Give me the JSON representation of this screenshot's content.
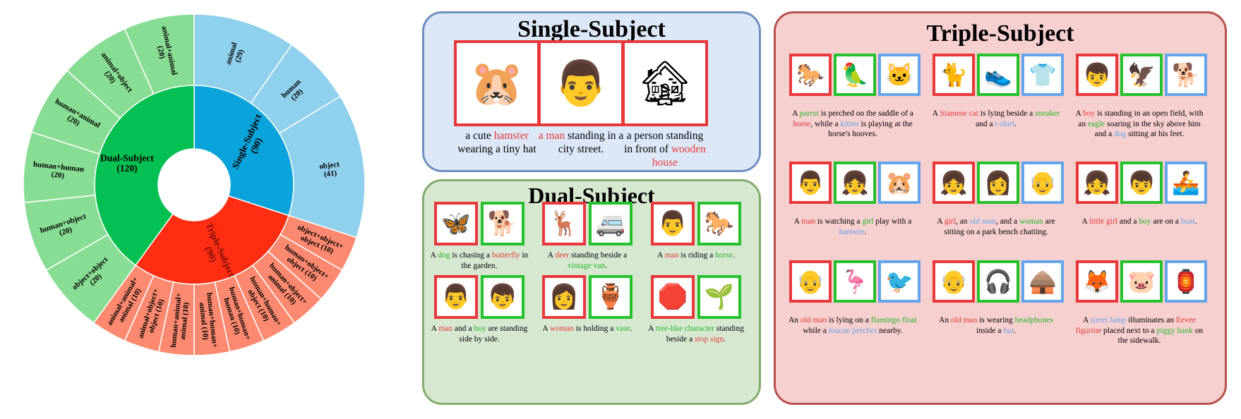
{
  "chart_data": {
    "type": "sunburst",
    "inner": [
      {
        "label": "Single-Subject",
        "count": "(90)",
        "value": 90,
        "color": "#0ba3db",
        "text_color": "#000000",
        "rotate": -66
      },
      {
        "label": "Triple-Subject",
        "count": "(90)",
        "value": 90,
        "color": "#ff2e12",
        "text_color": "#7a0f08",
        "rotate": 66
      },
      {
        "label": "Dual-Subject",
        "count": "(120)",
        "value": 120,
        "color": "#04bf51",
        "text_color": "#000000",
        "rotate": 0
      }
    ],
    "outer": [
      {
        "label": "animal",
        "count": "(29)",
        "value": 29,
        "parent": 0,
        "color": "#8fd0ed"
      },
      {
        "label": "human",
        "count": "(20)",
        "value": 20,
        "parent": 0,
        "color": "#8fd0ed"
      },
      {
        "label": "object",
        "count": "(41)",
        "value": 41,
        "parent": 0,
        "color": "#8fd0ed"
      },
      {
        "label": "object+object+ object",
        "count": "(10)",
        "value": 10,
        "parent": 1,
        "color": "#fd8a70"
      },
      {
        "label": "human+object+ object",
        "count": "(10)",
        "value": 10,
        "parent": 1,
        "color": "#fd8a70"
      },
      {
        "label": "human+object+ animal",
        "count": "(10)",
        "value": 10,
        "parent": 1,
        "color": "#fd8a70"
      },
      {
        "label": "human+human+ object",
        "count": "(10)",
        "value": 10,
        "parent": 1,
        "color": "#fd8a70"
      },
      {
        "label": "human+human+ human",
        "count": "(10)",
        "value": 10,
        "parent": 1,
        "color": "#fd8a70"
      },
      {
        "label": "human+human+ animal",
        "count": "(10)",
        "value": 10,
        "parent": 1,
        "color": "#fd8a70"
      },
      {
        "label": "human+animal+ animal",
        "count": "(10)",
        "value": 10,
        "parent": 1,
        "color": "#fd8a70"
      },
      {
        "label": "animal+object+ object",
        "count": "(10)",
        "value": 10,
        "parent": 1,
        "color": "#fd8a70"
      },
      {
        "label": "animal+animal+ animal",
        "count": "(10)",
        "value": 10,
        "parent": 1,
        "color": "#fd8a70"
      },
      {
        "label": "object+object",
        "count": "(20)",
        "value": 20,
        "parent": 2,
        "color": "#88dd95"
      },
      {
        "label": "human+object",
        "count": "(20)",
        "value": 20,
        "parent": 2,
        "color": "#88dd95"
      },
      {
        "label": "human+human",
        "count": "(20)",
        "value": 20,
        "parent": 2,
        "color": "#88dd95"
      },
      {
        "label": "human+animal",
        "count": "(20)",
        "value": 20,
        "parent": 2,
        "color": "#88dd95"
      },
      {
        "label": "animal+object",
        "count": "(20)",
        "value": 20,
        "parent": 2,
        "color": "#88dd95"
      },
      {
        "label": "animal+animal",
        "count": "(20)",
        "value": 20,
        "parent": 2,
        "color": "#88dd95"
      }
    ]
  },
  "single": {
    "title": "Single-Subject",
    "examples": [
      {
        "images": [
          {
            "frame": "r",
            "icon": "🐹",
            "name": "hamster-image"
          }
        ],
        "caption": [
          {
            "t": "a cute ",
            "c": ""
          },
          {
            "t": "hamster",
            "c": "hr"
          },
          {
            "t": " wearing a tiny hat",
            "c": ""
          }
        ]
      },
      {
        "images": [
          {
            "frame": "r",
            "icon": "👨",
            "name": "man-image"
          }
        ],
        "caption": [
          {
            "t": "a man",
            "c": "hr"
          },
          {
            "t": " standing in a city street.",
            "c": ""
          }
        ]
      },
      {
        "images": [
          {
            "frame": "r",
            "icon": "🏚",
            "name": "wooden-house-image"
          }
        ],
        "caption": [
          {
            "t": "a person standing in front of ",
            "c": ""
          },
          {
            "t": "wooden house",
            "c": "hr"
          }
        ]
      }
    ]
  },
  "dual": {
    "title": "Dual-Subject",
    "examples": [
      {
        "images": [
          {
            "frame": "r",
            "icon": "🦋",
            "name": "butterfly-image"
          },
          {
            "frame": "g",
            "icon": "🐕",
            "name": "dog-image"
          }
        ],
        "caption": [
          {
            "t": "A ",
            "c": ""
          },
          {
            "t": "dog",
            "c": "hg"
          },
          {
            "t": " is chasing a ",
            "c": ""
          },
          {
            "t": "butterfly",
            "c": "hr"
          },
          {
            "t": " in the garden.",
            "c": ""
          }
        ]
      },
      {
        "images": [
          {
            "frame": "r",
            "icon": "🦌",
            "name": "deer-image"
          },
          {
            "frame": "g",
            "icon": "🚐",
            "name": "vintage-van-image"
          }
        ],
        "caption": [
          {
            "t": "A ",
            "c": ""
          },
          {
            "t": "deer",
            "c": "hr"
          },
          {
            "t": " standing beside a ",
            "c": ""
          },
          {
            "t": "vintage van",
            "c": "hg"
          },
          {
            "t": ".",
            "c": ""
          }
        ]
      },
      {
        "images": [
          {
            "frame": "r",
            "icon": "👨",
            "name": "man-image"
          },
          {
            "frame": "g",
            "icon": "🐎",
            "name": "horse-image"
          }
        ],
        "caption": [
          {
            "t": "A ",
            "c": ""
          },
          {
            "t": "man",
            "c": "hr"
          },
          {
            "t": " is riding a ",
            "c": ""
          },
          {
            "t": "horse",
            "c": "hg"
          },
          {
            "t": ".",
            "c": ""
          }
        ]
      },
      {
        "images": [
          {
            "frame": "r",
            "icon": "👨",
            "name": "man-image"
          },
          {
            "frame": "g",
            "icon": "👦",
            "name": "boy-image"
          }
        ],
        "caption": [
          {
            "t": "A ",
            "c": ""
          },
          {
            "t": "man",
            "c": "hr"
          },
          {
            "t": " and a ",
            "c": ""
          },
          {
            "t": "boy",
            "c": "hg"
          },
          {
            "t": " are standing side by side.",
            "c": ""
          }
        ]
      },
      {
        "images": [
          {
            "frame": "r",
            "icon": "👩",
            "name": "woman-image"
          },
          {
            "frame": "g",
            "icon": "🏺",
            "name": "vase-image"
          }
        ],
        "caption": [
          {
            "t": "A ",
            "c": ""
          },
          {
            "t": "woman",
            "c": "hr"
          },
          {
            "t": " is holding a ",
            "c": ""
          },
          {
            "t": "vase",
            "c": "hg"
          },
          {
            "t": ".",
            "c": ""
          }
        ]
      },
      {
        "images": [
          {
            "frame": "r",
            "icon": "🛑",
            "name": "stop-sign-image"
          },
          {
            "frame": "g",
            "icon": "🌱",
            "name": "tree-like-character-image"
          }
        ],
        "caption": [
          {
            "t": "A ",
            "c": ""
          },
          {
            "t": "tree-like character",
            "c": "hg"
          },
          {
            "t": " standing beside a ",
            "c": ""
          },
          {
            "t": "stop sign",
            "c": "hr"
          },
          {
            "t": ".",
            "c": ""
          }
        ]
      }
    ]
  },
  "triple": {
    "title": "Triple-Subject",
    "examples": [
      {
        "images": [
          {
            "frame": "r",
            "icon": "🐎",
            "name": "horse-image"
          },
          {
            "frame": "g",
            "icon": "🦜",
            "name": "parrot-image"
          },
          {
            "frame": "b",
            "icon": "🐱",
            "name": "kitten-image"
          }
        ],
        "caption": [
          {
            "t": "A ",
            "c": ""
          },
          {
            "t": "parrot",
            "c": "hg"
          },
          {
            "t": " is perched on the saddle of a ",
            "c": ""
          },
          {
            "t": "horse",
            "c": "hr"
          },
          {
            "t": ", while a ",
            "c": ""
          },
          {
            "t": "kitten",
            "c": "hb"
          },
          {
            "t": " is playing at the horse's hooves.",
            "c": ""
          }
        ]
      },
      {
        "images": [
          {
            "frame": "r",
            "icon": "🐈",
            "name": "siamese-cat-image"
          },
          {
            "frame": "g",
            "icon": "👟",
            "name": "sneaker-image"
          },
          {
            "frame": "b",
            "icon": "👕",
            "name": "t-shirt-image"
          }
        ],
        "caption": [
          {
            "t": "A ",
            "c": ""
          },
          {
            "t": "Siamese cat",
            "c": "hr"
          },
          {
            "t": " is lying beside a ",
            "c": ""
          },
          {
            "t": "sneaker",
            "c": "hg"
          },
          {
            "t": " and a ",
            "c": ""
          },
          {
            "t": "t-shirt",
            "c": "hb"
          },
          {
            "t": ".",
            "c": ""
          }
        ]
      },
      {
        "images": [
          {
            "frame": "r",
            "icon": "👦",
            "name": "boy-image"
          },
          {
            "frame": "g",
            "icon": "🦅",
            "name": "eagle-image"
          },
          {
            "frame": "b",
            "icon": "🐕",
            "name": "dog-image"
          }
        ],
        "caption": [
          {
            "t": "A ",
            "c": ""
          },
          {
            "t": "boy",
            "c": "hr"
          },
          {
            "t": " is standing in an open field, with an ",
            "c": ""
          },
          {
            "t": "eagle",
            "c": "hg"
          },
          {
            "t": " soaring in the sky above him and a ",
            "c": ""
          },
          {
            "t": "dog",
            "c": "hb"
          },
          {
            "t": " sitting at his feet.",
            "c": ""
          }
        ]
      },
      {
        "images": [
          {
            "frame": "r",
            "icon": "👨",
            "name": "man-image"
          },
          {
            "frame": "g",
            "icon": "👧",
            "name": "girl-image"
          },
          {
            "frame": "b",
            "icon": "🐹",
            "name": "hamster-image"
          }
        ],
        "caption": [
          {
            "t": "A ",
            "c": ""
          },
          {
            "t": "man",
            "c": "hr"
          },
          {
            "t": " is watching a ",
            "c": ""
          },
          {
            "t": "girl",
            "c": "hg"
          },
          {
            "t": " play with a ",
            "c": ""
          },
          {
            "t": "hamster",
            "c": "hb"
          },
          {
            "t": ".",
            "c": ""
          }
        ]
      },
      {
        "images": [
          {
            "frame": "r",
            "icon": "👧",
            "name": "girl-image"
          },
          {
            "frame": "g",
            "icon": "👩",
            "name": "woman-image"
          },
          {
            "frame": "b",
            "icon": "👴",
            "name": "old-man-image"
          }
        ],
        "caption": [
          {
            "t": "A ",
            "c": ""
          },
          {
            "t": "girl",
            "c": "hr"
          },
          {
            "t": ", an ",
            "c": ""
          },
          {
            "t": "old man",
            "c": "hb"
          },
          {
            "t": ", and a ",
            "c": ""
          },
          {
            "t": "woman",
            "c": "hg"
          },
          {
            "t": " are sitting on a park bench chatting.",
            "c": ""
          }
        ]
      },
      {
        "images": [
          {
            "frame": "r",
            "icon": "👧",
            "name": "little-girl-image"
          },
          {
            "frame": "g",
            "icon": "👦",
            "name": "boy-image"
          },
          {
            "frame": "b",
            "icon": "🚣",
            "name": "boat-image"
          }
        ],
        "caption": [
          {
            "t": "A ",
            "c": ""
          },
          {
            "t": "little girl",
            "c": "hr"
          },
          {
            "t": " and a ",
            "c": ""
          },
          {
            "t": "boy",
            "c": "hg"
          },
          {
            "t": " are on a ",
            "c": ""
          },
          {
            "t": "boat",
            "c": "hb"
          },
          {
            "t": ".",
            "c": ""
          }
        ]
      },
      {
        "images": [
          {
            "frame": "r",
            "icon": "👴",
            "name": "old-man-image"
          },
          {
            "frame": "g",
            "icon": "🦩",
            "name": "flamingo-float-image"
          },
          {
            "frame": "b",
            "icon": "🐦",
            "name": "toucan-image"
          }
        ],
        "caption": [
          {
            "t": "An ",
            "c": ""
          },
          {
            "t": "old man",
            "c": "hr"
          },
          {
            "t": " is lying on a ",
            "c": ""
          },
          {
            "t": "flamingo float",
            "c": "hg"
          },
          {
            "t": " while a ",
            "c": ""
          },
          {
            "t": "toucan perches",
            "c": "hb"
          },
          {
            "t": " nearby.",
            "c": ""
          }
        ]
      },
      {
        "images": [
          {
            "frame": "r",
            "icon": "👴",
            "name": "old-man-image"
          },
          {
            "frame": "g",
            "icon": "🎧",
            "name": "headphones-image"
          },
          {
            "frame": "b",
            "icon": "🛖",
            "name": "hut-image"
          }
        ],
        "caption": [
          {
            "t": "An ",
            "c": ""
          },
          {
            "t": "old man",
            "c": "hr"
          },
          {
            "t": " is wearing ",
            "c": ""
          },
          {
            "t": "headphones",
            "c": "hg"
          },
          {
            "t": " inside a ",
            "c": ""
          },
          {
            "t": "hut",
            "c": "hb"
          },
          {
            "t": ".",
            "c": ""
          }
        ]
      },
      {
        "images": [
          {
            "frame": "r",
            "icon": "🦊",
            "name": "eevee-figurine-image"
          },
          {
            "frame": "g",
            "icon": "🐷",
            "name": "piggy-bank-image"
          },
          {
            "frame": "b",
            "icon": "🏮",
            "name": "street-lamp-image"
          }
        ],
        "caption": [
          {
            "t": "A ",
            "c": ""
          },
          {
            "t": "street lamp",
            "c": "hb"
          },
          {
            "t": " illuminates an ",
            "c": ""
          },
          {
            "t": "Eevee figurine",
            "c": "hr"
          },
          {
            "t": " placed next to a ",
            "c": ""
          },
          {
            "t": "piggy bank",
            "c": "hg"
          },
          {
            "t": " on the sidewalk.",
            "c": ""
          }
        ]
      }
    ]
  }
}
